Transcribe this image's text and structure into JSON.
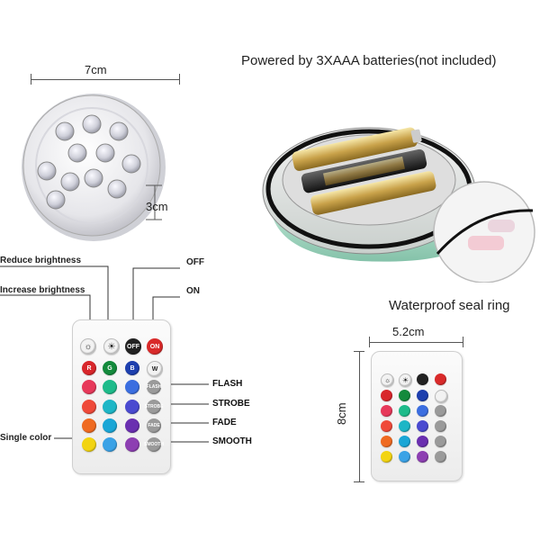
{
  "top_left": {
    "width_label": "7cm",
    "height_label": "3cm"
  },
  "top_right": {
    "battery_label": "Powered by 3XAAA batteries(not included)",
    "seal_label": "Waterproof seal ring"
  },
  "remote_large": {
    "callouts": {
      "reduce": "Reduce brightness",
      "increase": "Increase brightness",
      "off": "OFF",
      "on": "ON",
      "flash": "FLASH",
      "strobe": "STROBE",
      "fade": "FADE",
      "smooth": "SMOOTH",
      "single_color": "Single color"
    },
    "top_buttons": {
      "off": "OFF",
      "on": "ON"
    },
    "row2": {
      "r": "R",
      "g": "G",
      "b": "B",
      "w": "W"
    },
    "side_buttons": {
      "flash": "FLASH",
      "strobe": "STROBE",
      "fade": "FADE",
      "smooth": "SMOOTH"
    }
  },
  "remote_small": {
    "width_label": "5.2cm",
    "height_label": "8cm"
  },
  "colors": {
    "red": "#e2262b",
    "green": "#18a24a",
    "blue": "#1d3fae",
    "pink": "#e7395a",
    "teal": "#1dbba0",
    "sky": "#3b8fe0",
    "orange": "#ef6a21",
    "cyan": "#1ab6d6",
    "violet": "#6a2fb0",
    "yellow": "#f2d412",
    "lightblue": "#3aa2e6",
    "purple": "#8d3fb2"
  }
}
